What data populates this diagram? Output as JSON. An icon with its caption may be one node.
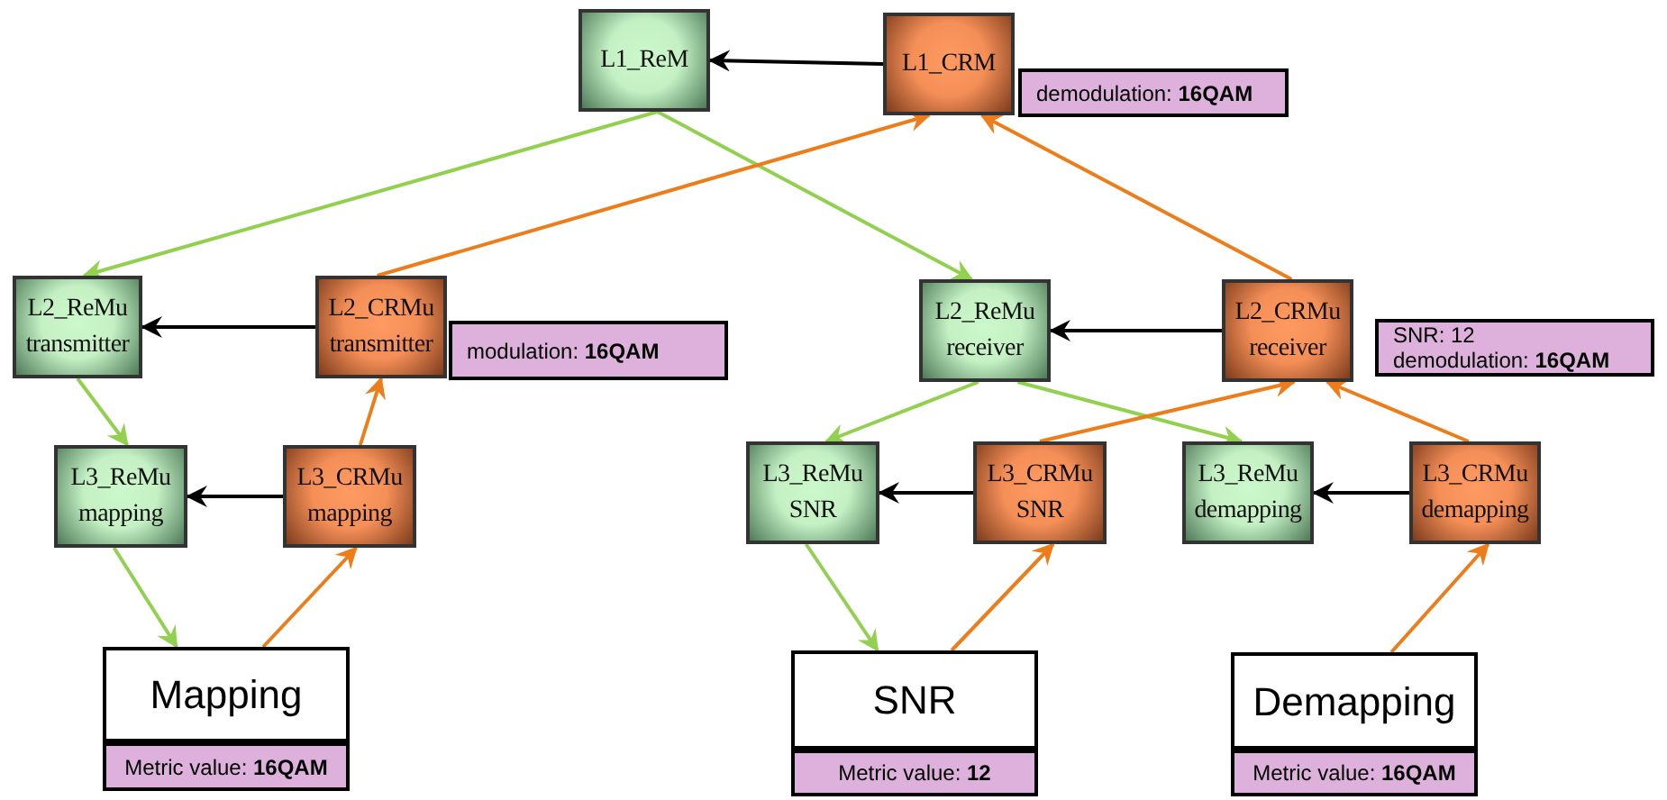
{
  "diagram": {
    "nodes": [
      {
        "text": [
          "L1_ReM"
        ]
      },
      {
        "text": [
          "L1_CRM"
        ]
      },
      {
        "text": [
          "demodulation: **16QAM**"
        ]
      },
      {
        "text": [
          "L2_ReMu transmitter"
        ]
      },
      {
        "text": [
          "L2_CRMu transmitter"
        ]
      },
      {
        "text": [
          "modulation: **16QAM**"
        ]
      },
      {
        "text": [
          "L2_ReMu receiver"
        ]
      },
      {
        "text": [
          "L2_CRMu receiver"
        ]
      },
      {
        "text": [
          "SNR: 12",
          "demodulation: **16QAM**"
        ]
      },
      {
        "text": [
          "L3_ReMu mapping"
        ]
      },
      {
        "text": [
          "L3_CRMu mapping"
        ]
      },
      {
        "text": [
          "L3_ReMu SNR"
        ]
      },
      {
        "text": [
          "L3_CRMu SNR"
        ]
      },
      {
        "text": [
          "L3_ReMu demapping"
        ]
      },
      {
        "text": [
          "L3_CRMu demapping"
        ]
      },
      {
        "text": [
          "Mapping"
        ]
      },
      {
        "text": [
          "Metric value: **16QAM**"
        ]
      },
      {
        "text": [
          "SNR"
        ]
      },
      {
        "text": [
          "Metric value: **12**"
        ]
      },
      {
        "text": [
          "Demapping"
        ]
      },
      {
        "text": [
          "Metric value: **16QAM**"
        ]
      }
    ],
    "edges": [
      {
        "from": 1,
        "to": 0,
        "arrow": "to",
        "color": "#000000"
      },
      {
        "from": 0,
        "to": 3,
        "arrow": "to",
        "color": "#92d050"
      },
      {
        "from": 0,
        "to": 6,
        "arrow": "to",
        "color": "#92d050"
      },
      {
        "from": 4,
        "to": 1,
        "arrow": "to",
        "color": "#ed7d1a"
      },
      {
        "from": 7,
        "to": 1,
        "arrow": "to",
        "color": "#ed7d1a"
      },
      {
        "from": 4,
        "to": 3,
        "arrow": "to",
        "color": "#000000"
      },
      {
        "from": 7,
        "to": 6,
        "arrow": "to",
        "color": "#000000"
      },
      {
        "from": 3,
        "to": 9,
        "arrow": "to",
        "color": "#92d050"
      },
      {
        "from": 10,
        "to": 4,
        "arrow": "to",
        "color": "#ed7d1a"
      },
      {
        "from": 6,
        "to": 11,
        "arrow": "to",
        "color": "#92d050"
      },
      {
        "from": 6,
        "to": 13,
        "arrow": "to",
        "color": "#92d050"
      },
      {
        "from": 12,
        "to": 7,
        "arrow": "to",
        "color": "#ed7d1a"
      },
      {
        "from": 14,
        "to": 7,
        "arrow": "to",
        "color": "#ed7d1a"
      },
      {
        "from": 10,
        "to": 9,
        "arrow": "to",
        "color": "#000000"
      },
      {
        "from": 12,
        "to": 11,
        "arrow": "to",
        "color": "#000000"
      },
      {
        "from": 14,
        "to": 13,
        "arrow": "to",
        "color": "#000000"
      },
      {
        "from": 9,
        "to": 15,
        "arrow": "to",
        "color": "#92d050"
      },
      {
        "from": 15,
        "to": 10,
        "arrow": "to",
        "color": "#ed7d1a"
      },
      {
        "from": 11,
        "to": 17,
        "arrow": "to",
        "color": "#92d050"
      },
      {
        "from": 17,
        "to": 12,
        "arrow": "to",
        "color": "#ed7d1a"
      },
      {
        "from": 19,
        "to": 14,
        "arrow": "to",
        "color": "#ed7d1a"
      }
    ]
  }
}
